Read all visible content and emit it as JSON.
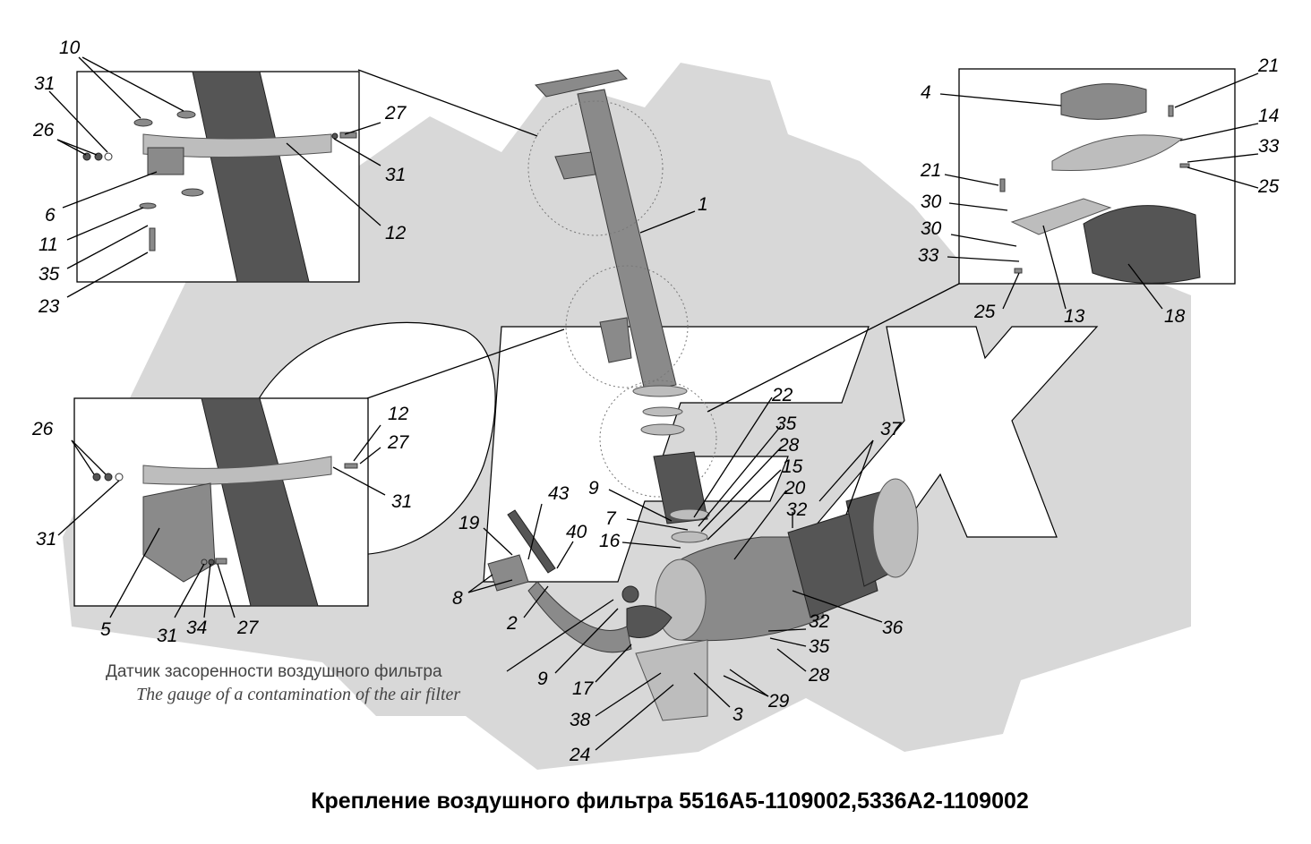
{
  "title": "Крепление воздушного фильтра 5516А5-1109002,5336А2-1109002",
  "caption": {
    "ru": "Датчик засоренности воздушного фильтра",
    "en": "The gauge of a contamination of  the air filter"
  },
  "watermark": "OFX",
  "colors": {
    "watermark": "#d6d6d6",
    "part": "#8a8a8a",
    "part_dark": "#555555",
    "line": "#000000"
  },
  "callouts": {
    "c10": "10",
    "c31a": "31",
    "c26a": "26",
    "c27a": "27",
    "c31b": "31",
    "c6": "6",
    "c11": "11",
    "c35a": "35",
    "c23": "23",
    "c12a": "12",
    "c1": "1",
    "c4": "4",
    "c21a": "21",
    "c14": "14",
    "c33a": "33",
    "c21b": "21",
    "c25a": "25",
    "c30a": "30",
    "c30b": "30",
    "c33b": "33",
    "c25b": "25",
    "c13": "13",
    "c18": "18",
    "c22": "22",
    "c35b": "35",
    "c28a": "28",
    "c15": "15",
    "c20": "20",
    "c32a": "32",
    "c37": "37",
    "c9a": "9",
    "c7": "7",
    "c16": "16",
    "c26b": "26",
    "c12b": "12",
    "c27b": "27",
    "c31c": "31",
    "c31d": "31",
    "c19": "19",
    "c43": "43",
    "c40": "40",
    "c8": "8",
    "c2": "2",
    "c5": "5",
    "c31e": "31",
    "c34": "34",
    "c27c": "27",
    "c36": "36",
    "c32b": "32",
    "c35c": "35",
    "c28b": "28",
    "c29": "29",
    "c9b": "9",
    "c17": "17",
    "c38": "38",
    "c3": "3",
    "c24": "24"
  }
}
